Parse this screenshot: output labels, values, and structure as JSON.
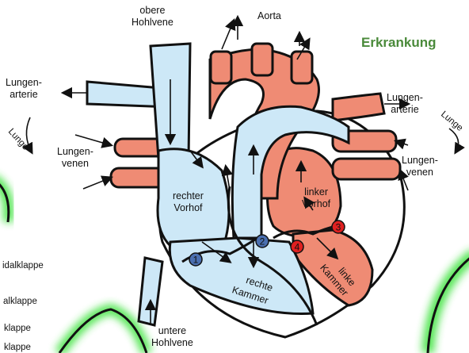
{
  "title": "Erkrankung",
  "colors": {
    "venous": "#cde8f7",
    "arterial": "#ef8b74",
    "outline": "#111111",
    "glow": "#2fe02f",
    "marker_blue": "#4a6fb0",
    "marker_red": "#e02020"
  },
  "labels": {
    "obere_hohlvene": [
      "obere",
      "Hohlvene"
    ],
    "aorta": "Aorta",
    "lungenarterie_left": [
      "Lungen-",
      "arterie"
    ],
    "lungenarterie_right": [
      "Lungen-",
      "arterie"
    ],
    "lungenvenen_left": [
      "Lungen-",
      "venen"
    ],
    "lungenvenen_right": [
      "Lungen-",
      "venen"
    ],
    "lunge_left": "Lunge",
    "lunge_right": "Lunge",
    "rechter_vorhof": [
      "rechter",
      "Vorhof"
    ],
    "linker_vorhof": [
      "linker",
      "Vorhof"
    ],
    "rechte_kammer": [
      "rechte",
      "Kammer"
    ],
    "linke_kammer": [
      "linke",
      "Kammer"
    ],
    "untere_hohlvene": [
      "untere",
      "Hohlvene"
    ]
  },
  "markers": [
    {
      "number": "1",
      "color": "blue"
    },
    {
      "number": "2",
      "color": "blue"
    },
    {
      "number": "3",
      "color": "red"
    },
    {
      "number": "4",
      "color": "red"
    }
  ],
  "valve_list": [
    "idalklappe",
    "alklappe",
    "klappe",
    "klappe"
  ]
}
